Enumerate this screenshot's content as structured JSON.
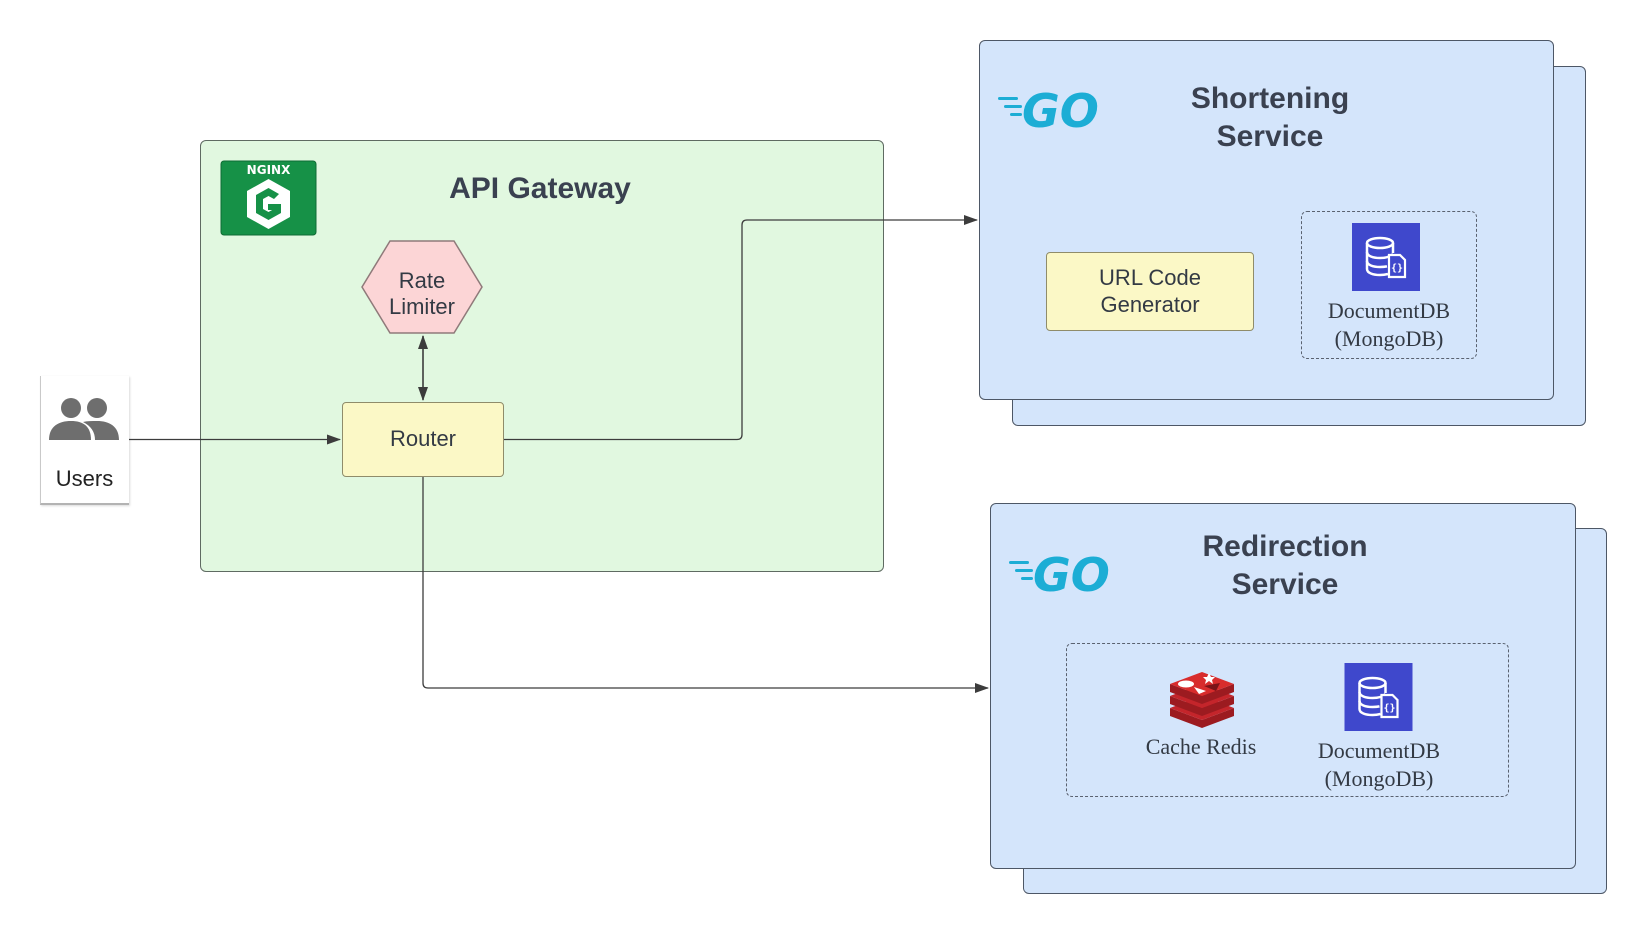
{
  "api_gateway": {
    "title": "API Gateway",
    "logo_text": "NGINX"
  },
  "users": {
    "label": "Users"
  },
  "rate_limiter": {
    "label": "Rate\nLimiter"
  },
  "router": {
    "label": "Router"
  },
  "shortening_service": {
    "title": "Shortening\nService",
    "logo_text": "GO",
    "url_code_generator": "URL Code\nGenerator",
    "db_label": "DocumentDB\n(MongoDB)"
  },
  "redirection_service": {
    "title": "Redirection\nService",
    "logo_text": "GO",
    "cache_label": "Cache Redis",
    "db_label": "DocumentDB\n(MongoDB)"
  },
  "colors": {
    "gateway_bg": "#e1f8e0",
    "service_bg": "#d4e5fb",
    "node_yellow": "#fbf8c6",
    "rate_limiter_fill": "#fcd5d6",
    "nginx_green": "#169147",
    "go_cyan": "#1cadd5",
    "documentdb_blue": "#3f48cc",
    "redis_red": "#c4252b"
  },
  "icons": [
    "nginx-icon",
    "users-icon",
    "go-logo-icon",
    "documentdb-icon",
    "redis-icon"
  ]
}
